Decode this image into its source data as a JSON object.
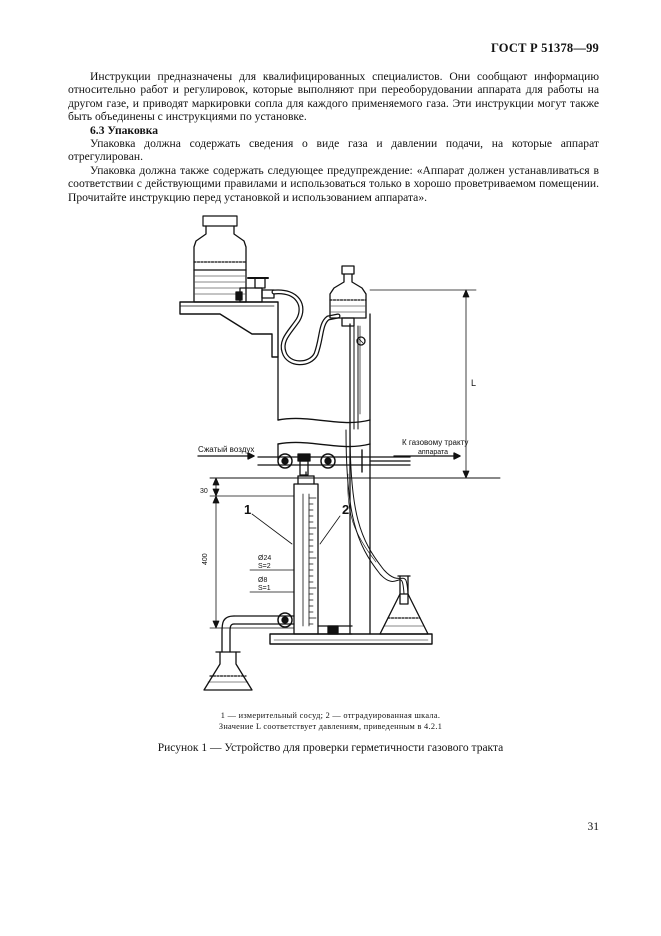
{
  "header": {
    "code": "ГОСТ Р 51378—99"
  },
  "body": {
    "paragraphs": [
      "Инструкции предназначены для квалифицированных специалистов. Они сообщают информацию относительно работ и регулировок, которые выполняют при переоборудовании аппарата для работы на другом газе, и приводят маркировки сопла для каждого применяемого газа. Эти инструкции могут также быть объединены с инструкциями по установке.",
      "6.3 Упаковка",
      "Упаковка должна содержать сведения о виде газа и давлении подачи, на которые аппарат отрегулирован.",
      "Упаковка должна также содержать следующее предупреждение: «Аппарат должен устанавливаться в соответствии с действующими правилами и использоваться только в хорошо проветриваемом помещении. Прочитайте инструкцию перед установкой и использованием аппарата»."
    ]
  },
  "figure": {
    "labels": {
      "compressed_air": "Сжатый воздух",
      "to_gas_path_line1": "К газовому тракту",
      "to_gas_path_line2": "аппарата",
      "dim_l": "L",
      "dim_30": "30",
      "dim_400": "400",
      "callout_1": "1",
      "callout_2": "2",
      "d24": "Ø24",
      "s2": "S=2",
      "d8": "Ø8",
      "s1": "S=1"
    }
  },
  "legend": {
    "line1": "1 — измерительный сосуд; 2 — отградуированная шкала.",
    "line2": "Значение L соответствует давлениям, приведенным в 4.2.1"
  },
  "caption": "Рисунок 1 — Устройство для проверки герметичности газового тракта",
  "page_number": "31"
}
